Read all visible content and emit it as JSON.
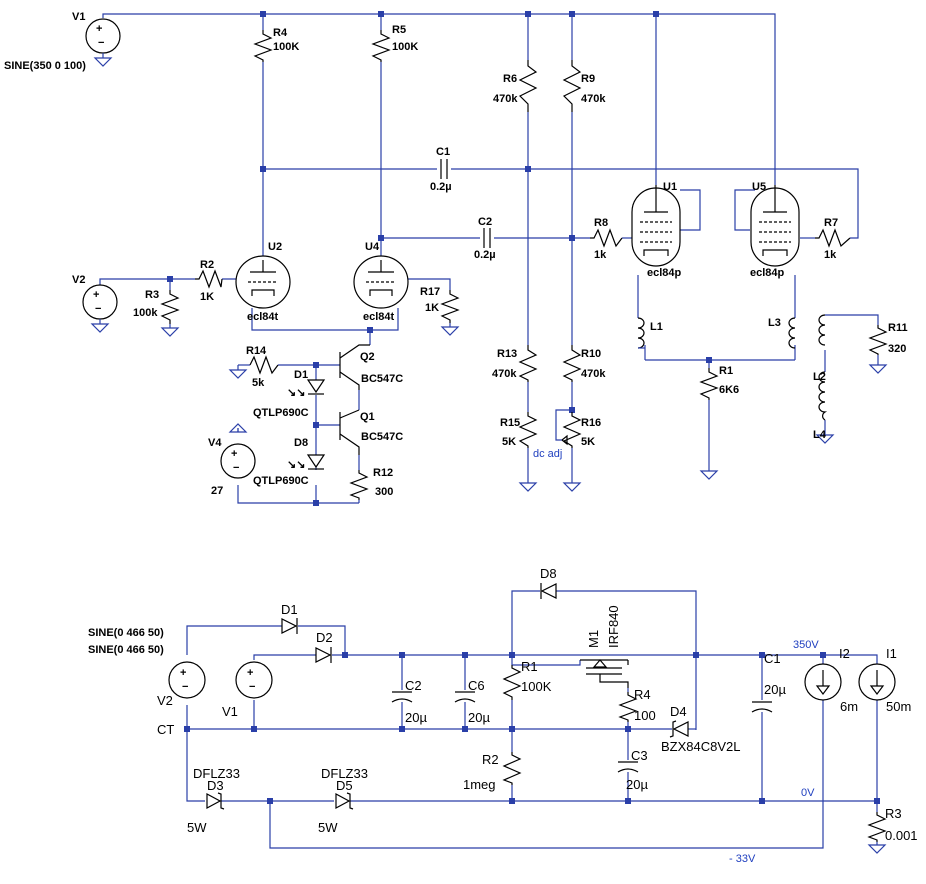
{
  "top": {
    "V1": {
      "name": "V1",
      "value": "SINE(350 0 100)"
    },
    "V2": {
      "name": "V2"
    },
    "V4": {
      "name": "V4",
      "value": "27"
    },
    "R4": {
      "name": "R4",
      "value": "100K"
    },
    "R5": {
      "name": "R5",
      "value": "100K"
    },
    "R6": {
      "name": "R6",
      "value": "470k"
    },
    "R9": {
      "name": "R9",
      "value": "470k"
    },
    "R2": {
      "name": "R2",
      "value": "1K"
    },
    "R3": {
      "name": "R3",
      "value": "100k"
    },
    "R17": {
      "name": "R17",
      "value": "1K"
    },
    "R8": {
      "name": "R8",
      "value": "1k"
    },
    "R7": {
      "name": "R7",
      "value": "1k"
    },
    "R13": {
      "name": "R13",
      "value": "470k"
    },
    "R10": {
      "name": "R10",
      "value": "470k"
    },
    "R15": {
      "name": "R15",
      "value": "5K"
    },
    "R16": {
      "name": "R16",
      "value": "5K"
    },
    "R14": {
      "name": "R14",
      "value": "5k"
    },
    "R12": {
      "name": "R12",
      "value": "300"
    },
    "R1": {
      "name": "R1",
      "value": "6K6"
    },
    "R11": {
      "name": "R11",
      "value": "320"
    },
    "C1": {
      "name": "C1",
      "value": "0.2µ"
    },
    "C2": {
      "name": "C2",
      "value": "0.2µ"
    },
    "U1": {
      "name": "U1",
      "model": "ecl84p"
    },
    "U5": {
      "name": "U5",
      "model": "ecl84p"
    },
    "U2": {
      "name": "U2",
      "model": "ecl84t"
    },
    "U4": {
      "name": "U4",
      "model": "ecl84t"
    },
    "Q1": {
      "name": "Q1",
      "model": "BC547C"
    },
    "Q2": {
      "name": "Q2",
      "model": "BC547C"
    },
    "D1": {
      "name": "D1",
      "model": "QTLP690C"
    },
    "D8": {
      "name": "D8",
      "model": "QTLP690C"
    },
    "L1": "L1",
    "L2": "L2",
    "L3": "L3",
    "L4": "L4",
    "dc_adj": "dc adj"
  },
  "bottom": {
    "V1": {
      "name": "V1",
      "value": "SINE(0 466 50)"
    },
    "V2": {
      "name": "V2",
      "value": "SINE(0 466 50)"
    },
    "CT": "CT",
    "D1": "D1",
    "D2": "D2",
    "D3": {
      "name": "D3",
      "model": "DFLZ33",
      "power": "5W"
    },
    "D5": {
      "name": "D5",
      "model": "DFLZ33",
      "power": "5W"
    },
    "D4": {
      "name": "D4",
      "model": "BZX84C8V2L"
    },
    "D8": "D8",
    "C2": {
      "name": "C2",
      "value": "20µ"
    },
    "C6": {
      "name": "C6",
      "value": "20µ"
    },
    "C3": {
      "name": "C3",
      "value": "20µ"
    },
    "C1": {
      "name": "C1",
      "value": "20µ"
    },
    "R1": {
      "name": "R1",
      "value": "100K"
    },
    "R2": {
      "name": "R2",
      "value": "1meg"
    },
    "R4": {
      "name": "R4",
      "value": "100"
    },
    "R3": {
      "name": "R3",
      "value": "0.001"
    },
    "M1": {
      "name": "M1",
      "model": "IRF840"
    },
    "I1": {
      "name": "I1",
      "value": "50m"
    },
    "I2": {
      "name": "I2",
      "value": "6m"
    },
    "net_350": "350V",
    "net_0": "0V",
    "net_m33": "- 33V"
  }
}
